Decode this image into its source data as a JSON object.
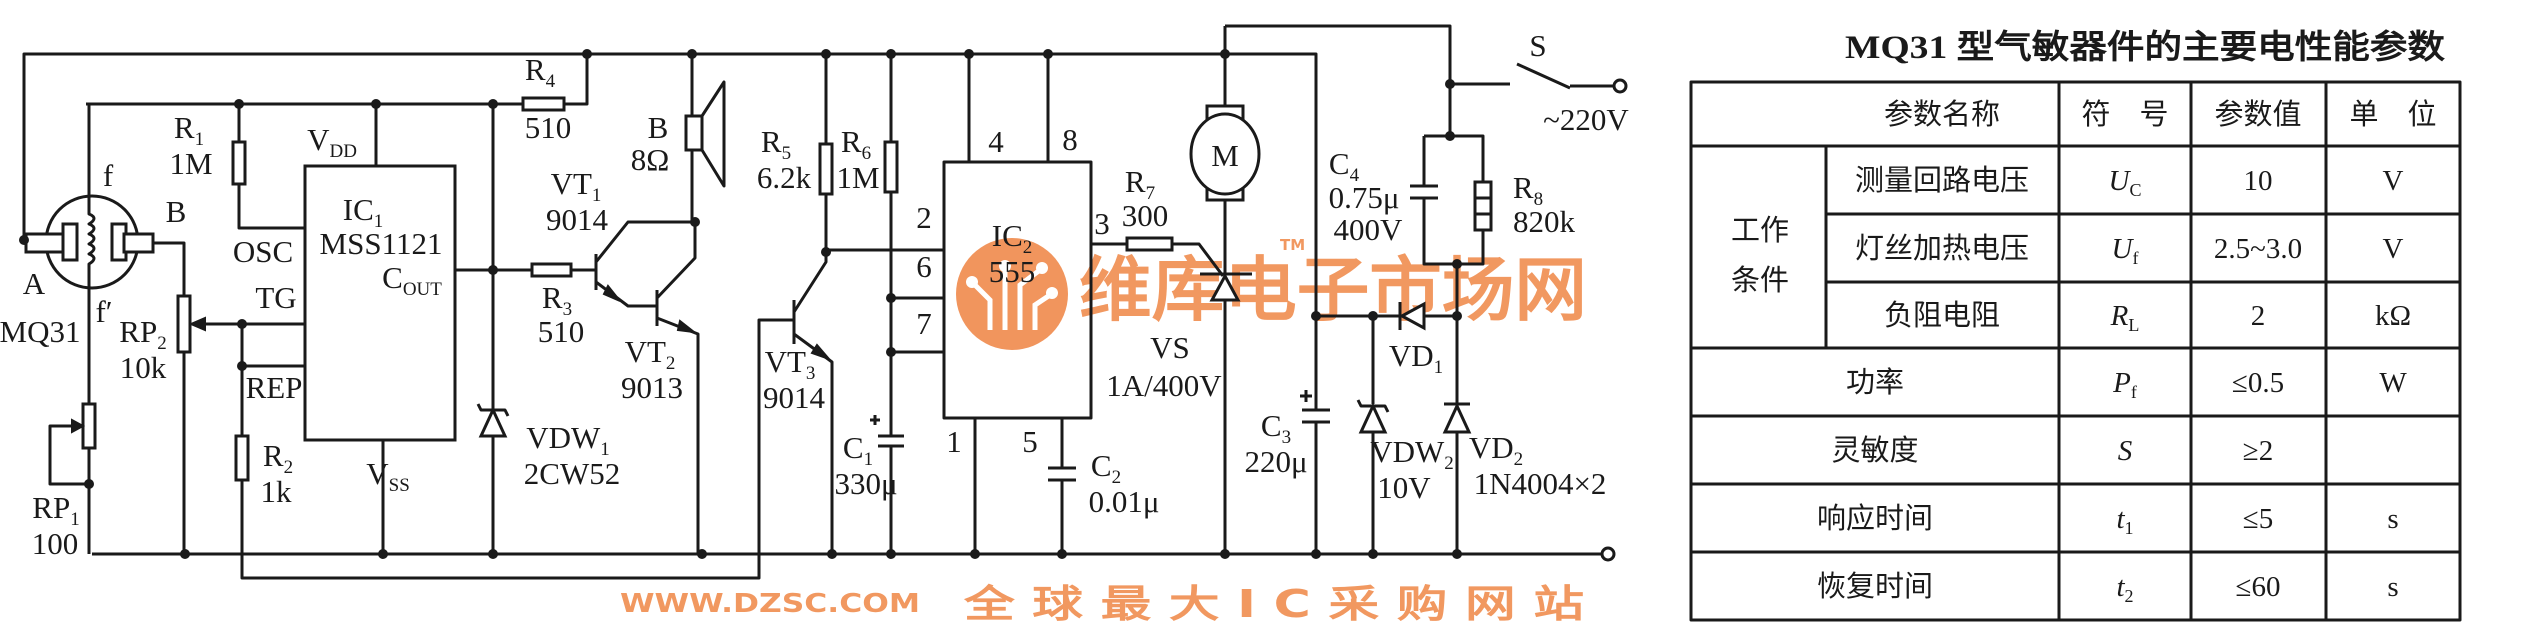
{
  "title": "MQ31 型气敏器件的主要电性能参数",
  "table": {
    "headers": [
      "参数名称",
      "符　号",
      "参数值",
      "单　位"
    ],
    "group_label": [
      "工作",
      "条件"
    ],
    "rows": [
      {
        "name": "测量回路电压",
        "symbol": "U",
        "symbol_sub": "C",
        "value": "10",
        "unit": "V"
      },
      {
        "name": "灯丝加热电压",
        "symbol": "U",
        "symbol_sub": "f",
        "value": "2.5~3.0",
        "unit": "V"
      },
      {
        "name": "负阻电阻",
        "symbol": "R",
        "symbol_sub": "L",
        "value": "2",
        "unit": "kΩ"
      },
      {
        "name": "功率",
        "symbol": "P",
        "symbol_sub": "f",
        "value": "≤0.5",
        "unit": "W"
      },
      {
        "name": "灵敏度",
        "symbol": "S",
        "symbol_sub": "",
        "value": "≥2",
        "unit": ""
      },
      {
        "name": "响应时间",
        "symbol": "t",
        "symbol_sub": "1",
        "value": "≤5",
        "unit": "s"
      },
      {
        "name": "恢复时间",
        "symbol": "t",
        "symbol_sub": "2",
        "value": "≤60",
        "unit": "s"
      }
    ]
  },
  "circuit": {
    "labels": [
      {
        "id": "r4",
        "text": "R",
        "sub": "4"
      },
      {
        "id": "r4v",
        "text": "510",
        "sub": ""
      },
      {
        "id": "r1",
        "text": "R",
        "sub": "1"
      },
      {
        "id": "r1v",
        "text": "1M",
        "sub": ""
      },
      {
        "id": "vdd",
        "text": "V",
        "sub": "DD"
      },
      {
        "id": "ic1",
        "text": "IC",
        "sub": "1"
      },
      {
        "id": "ic1v",
        "text": "MSS1121",
        "sub": ""
      },
      {
        "id": "cout",
        "text": "C",
        "sub": "OUT"
      },
      {
        "id": "osc",
        "text": "OSC",
        "sub": ""
      },
      {
        "id": "tg",
        "text": "TG",
        "sub": ""
      },
      {
        "id": "rep",
        "text": "REP",
        "sub": ""
      },
      {
        "id": "f",
        "text": "f",
        "sub": ""
      },
      {
        "id": "b1",
        "text": "B",
        "sub": ""
      },
      {
        "id": "a",
        "text": "A",
        "sub": ""
      },
      {
        "id": "f2",
        "text": "f′",
        "sub": ""
      },
      {
        "id": "mq31",
        "text": "MQ31",
        "sub": ""
      },
      {
        "id": "rp2",
        "text": "RP",
        "sub": "2"
      },
      {
        "id": "rp2v",
        "text": "10k",
        "sub": ""
      },
      {
        "id": "rp1",
        "text": "RP",
        "sub": "1"
      },
      {
        "id": "rp1v",
        "text": "100",
        "sub": ""
      },
      {
        "id": "r2",
        "text": "R",
        "sub": "2"
      },
      {
        "id": "r2v",
        "text": "1k",
        "sub": ""
      },
      {
        "id": "vss",
        "text": "V",
        "sub": "SS"
      },
      {
        "id": "r3",
        "text": "R",
        "sub": "3"
      },
      {
        "id": "r3v",
        "text": "510",
        "sub": ""
      },
      {
        "id": "vt1",
        "text": "VT",
        "sub": "1"
      },
      {
        "id": "vt1v",
        "text": "9014",
        "sub": ""
      },
      {
        "id": "vt2",
        "text": "VT",
        "sub": "2"
      },
      {
        "id": "vt2v",
        "text": "9013",
        "sub": ""
      },
      {
        "id": "vdw1",
        "text": "VDW",
        "sub": "1"
      },
      {
        "id": "vdw1v",
        "text": "2CW52",
        "sub": ""
      },
      {
        "id": "b2",
        "text": "B",
        "sub": ""
      },
      {
        "id": "b2v",
        "text": "8Ω",
        "sub": ""
      },
      {
        "id": "r5",
        "text": "R",
        "sub": "5"
      },
      {
        "id": "r5v",
        "text": "6.2k",
        "sub": ""
      },
      {
        "id": "r6",
        "text": "R",
        "sub": "6"
      },
      {
        "id": "r6v",
        "text": "1M",
        "sub": ""
      },
      {
        "id": "vt3",
        "text": "VT",
        "sub": "3"
      },
      {
        "id": "vt3v",
        "text": "9014",
        "sub": ""
      },
      {
        "id": "c1",
        "text": "C",
        "sub": "1"
      },
      {
        "id": "c1v",
        "text": "330μ",
        "sub": ""
      },
      {
        "id": "p2",
        "text": "2",
        "sub": ""
      },
      {
        "id": "p6",
        "text": "6",
        "sub": ""
      },
      {
        "id": "p7",
        "text": "7",
        "sub": ""
      },
      {
        "id": "p4",
        "text": "4",
        "sub": ""
      },
      {
        "id": "p8",
        "text": "8",
        "sub": ""
      },
      {
        "id": "p1",
        "text": "1",
        "sub": ""
      },
      {
        "id": "p5",
        "text": "5",
        "sub": ""
      },
      {
        "id": "p3",
        "text": "3",
        "sub": ""
      },
      {
        "id": "ic2",
        "text": "IC",
        "sub": "2"
      },
      {
        "id": "ic2v",
        "text": "555",
        "sub": ""
      },
      {
        "id": "r7",
        "text": "R",
        "sub": "7"
      },
      {
        "id": "r7v",
        "text": "300",
        "sub": ""
      },
      {
        "id": "vs",
        "text": "VS",
        "sub": ""
      },
      {
        "id": "vsv",
        "text": "1A/400V",
        "sub": ""
      },
      {
        "id": "c2",
        "text": "C",
        "sub": "2"
      },
      {
        "id": "c2v",
        "text": "0.01μ",
        "sub": ""
      },
      {
        "id": "m",
        "text": "M",
        "sub": ""
      },
      {
        "id": "c4",
        "text": "C",
        "sub": "4"
      },
      {
        "id": "c4v",
        "text": "0.75μ",
        "sub": ""
      },
      {
        "id": "c4v2",
        "text": "400V",
        "sub": ""
      },
      {
        "id": "r8",
        "text": "R",
        "sub": "8"
      },
      {
        "id": "r8v",
        "text": "820k",
        "sub": ""
      },
      {
        "id": "c3",
        "text": "C",
        "sub": "3"
      },
      {
        "id": "c3v",
        "text": "220μ",
        "sub": ""
      },
      {
        "id": "vdw2",
        "text": "VDW",
        "sub": "2"
      },
      {
        "id": "vdw2v",
        "text": "10V",
        "sub": ""
      },
      {
        "id": "vd1",
        "text": "VD",
        "sub": "1"
      },
      {
        "id": "vd2",
        "text": "VD",
        "sub": "2"
      },
      {
        "id": "vd2v",
        "text": "1N4004×2",
        "sub": ""
      },
      {
        "id": "s",
        "text": "S",
        "sub": ""
      },
      {
        "id": "ac",
        "text": "~220V",
        "sub": ""
      }
    ]
  },
  "watermark": {
    "brand": "维库电子市场网",
    "url": "WWW.DZSC.COM",
    "slogan": "全 球 最 大 I C 采 购 网 站",
    "tm": "TM",
    "color": "#f08a4b"
  }
}
